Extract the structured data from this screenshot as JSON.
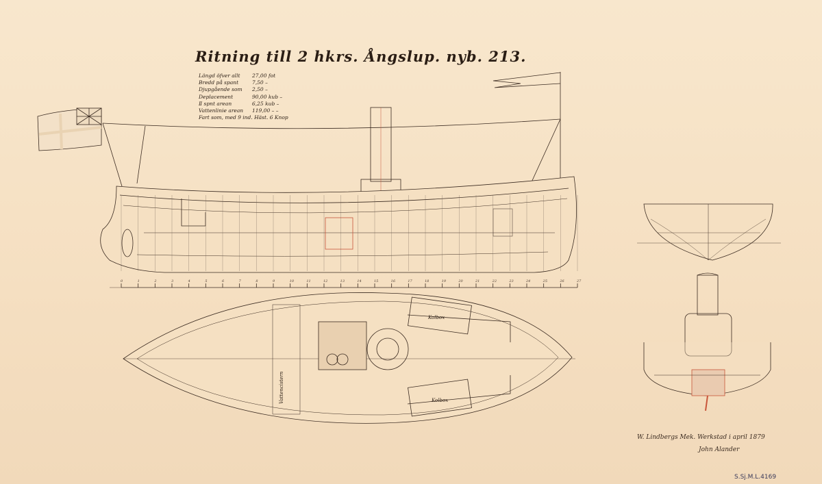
{
  "title": "Ritning till 2 hkrs. Ångslup. nyb. 213.",
  "specs": [
    {
      "label": "Längd öfver allt",
      "value": "27,00 fot"
    },
    {
      "label": "Bredd på spant",
      "value": "7,50 –"
    },
    {
      "label": "Djupgående som",
      "value": "2,50 –"
    },
    {
      "label": "Deplacement",
      "value": "90,00 kub –"
    },
    {
      "label": "Ⅱ spnt arean",
      "value": "6,25 kub –"
    },
    {
      "label": "Vattenlinie arean",
      "value": "119,00 – –"
    },
    {
      "label": "Fart som, med 9 ind. Häst.",
      "value": "6 Knop"
    }
  ],
  "plan_labels": {
    "coal_box_top": "Kolbox",
    "coal_box_bottom": "Kolbox",
    "water_tank": "Vattencistern"
  },
  "scale": {
    "min": 0,
    "max": 27,
    "unit": "fot"
  },
  "signature": {
    "workshop": "W. Lindbergs Mek. Werkstad i april 1879",
    "name": "John Alander"
  },
  "catalog_number": "S.Sj.M.L.4169",
  "colors": {
    "paper": "#f6e3c6",
    "ink": "#3a2a20",
    "red_ink": "#c8553a",
    "blue_ink": "#5a6a90"
  }
}
